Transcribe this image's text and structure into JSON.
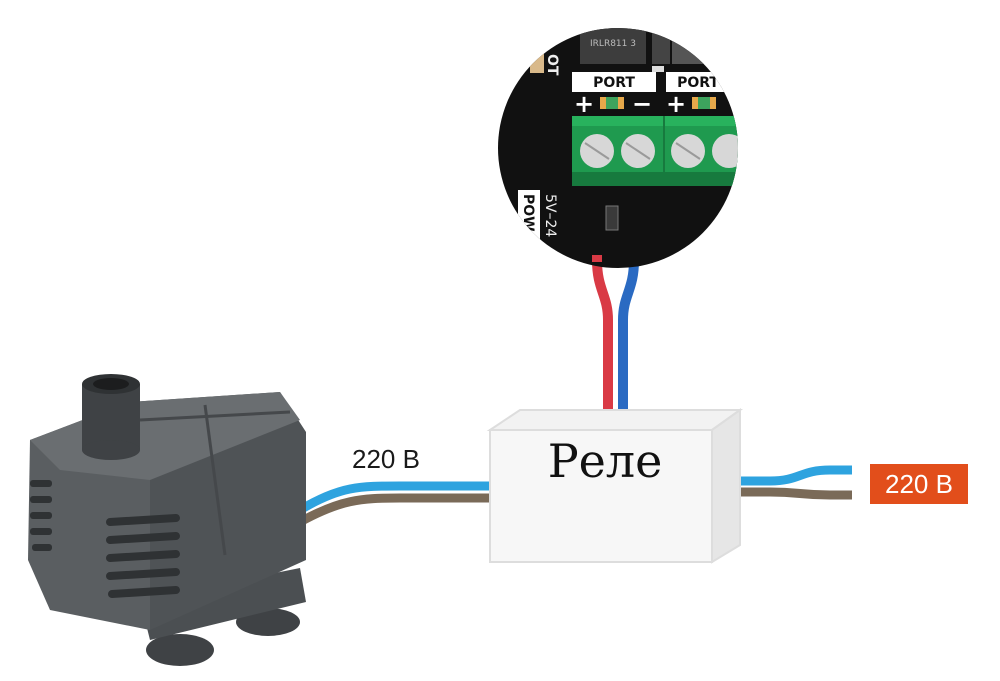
{
  "labels": {
    "voltage_left": "220 В",
    "voltage_right": "220 В",
    "relay": "Реле"
  },
  "board": {
    "port_left": "PORT",
    "port_right": "PORT",
    "chip_text": "IRLR811 3",
    "plus_sign": "+",
    "minus_sign": "−",
    "power_text_1": "5V–24",
    "power_text_2": "POW",
    "edge_text": "OT"
  },
  "colors": {
    "wire_red": "#d93a45",
    "wire_blue": "#2a6ac2",
    "wire_light_blue": "#2ea3df",
    "wire_brown": "#7a6a58",
    "voltage_badge": "#e24e1b",
    "board": "#111111",
    "terminal_green": "#1f9a4f",
    "pump_body": "#55595c"
  },
  "icons": {
    "pump": "water-pump-icon",
    "relay": "relay-box",
    "board": "controller-board-closeup"
  }
}
